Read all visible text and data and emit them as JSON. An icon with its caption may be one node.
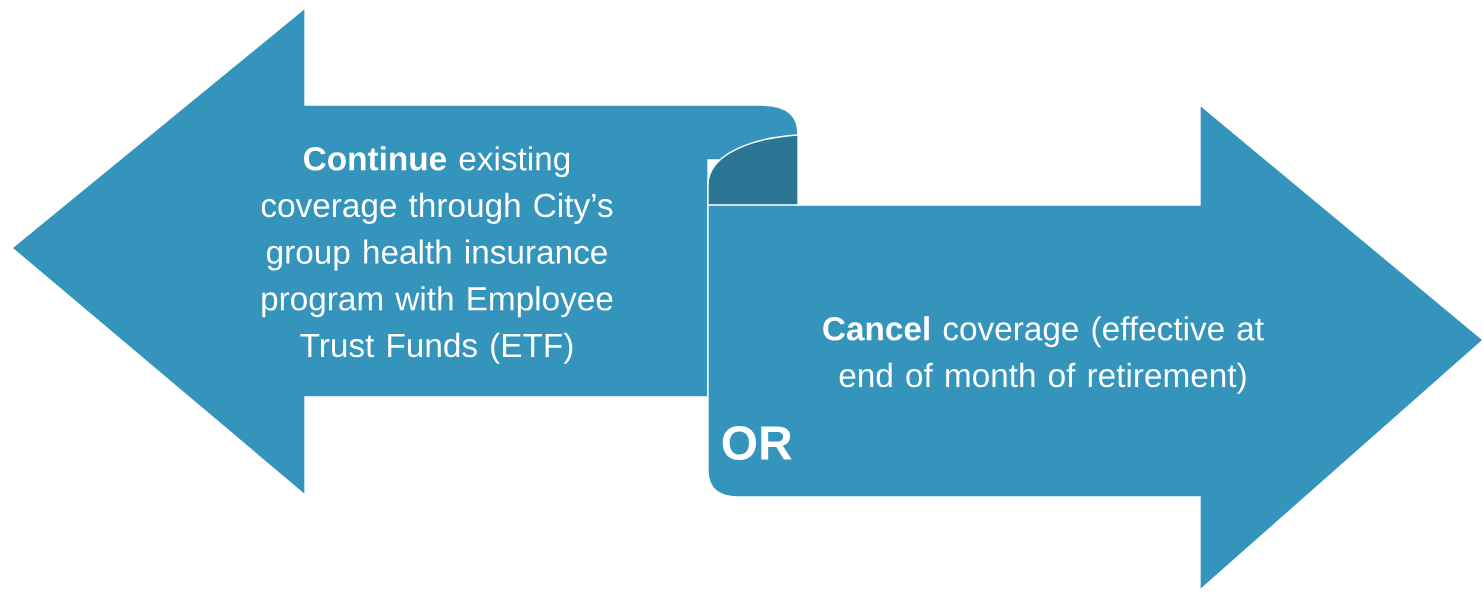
{
  "diagram": {
    "nodes": [
      {
        "text": [
          "**Continue** existing coverage through City’s group health insurance program with Employee Trust Funds (ETF)"
        ]
      },
      {
        "text": [
          "**Cancel** coverage (effective at end of month of retirement)"
        ]
      }
    ],
    "labels": [
      "OR"
    ]
  }
}
